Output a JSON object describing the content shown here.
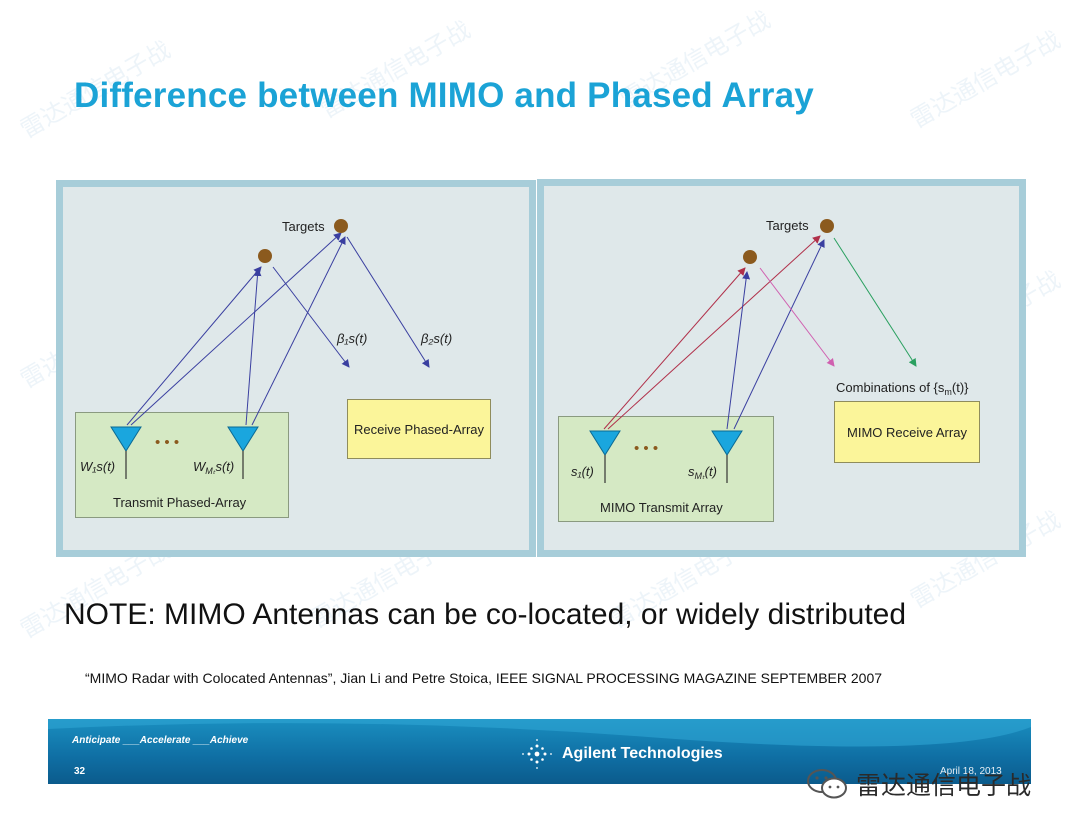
{
  "title": "Difference between MIMO and Phased Array",
  "left_panel": {
    "targets_label": "Targets",
    "beta1_label": "β₁s(t)",
    "beta2_label": "β₂s(t)",
    "receive_label": "Receive Phased-Array",
    "transmit_label": "Transmit Phased-Array",
    "w1_label": "W₁s(t)",
    "wm_label": "W",
    "wm_sub": "Mₜ",
    "wm_tail": "s(t)",
    "dots": "• • •"
  },
  "right_panel": {
    "targets_label": "Targets",
    "combinations_label": "Combinations of {s",
    "combinations_sub": "m",
    "combinations_tail": "(t)}",
    "receive_label": "MIMO Receive Array",
    "transmit_label": "MIMO Transmit Array",
    "s1_label": "s₁(t)",
    "sm_label": "s",
    "sm_sub": "Mₜ",
    "sm_tail": "(t)",
    "dots": "• • •"
  },
  "note": "NOTE: MIMO Antennas can be co-located, or widely distributed",
  "citation": "“MIMO Radar with Colocated Antennas”, Jian Li and Petre Stoica, IEEE SIGNAL PROCESSING MAGAZINE  SEPTEMBER 2007",
  "footer": {
    "tagline": "Anticipate ___Accelerate ___Achieve",
    "slide_number": "32",
    "company": "Agilent Technologies",
    "date": "April 18, 2013"
  },
  "watermark_logo_text": "雷达通信电子战",
  "watermark_text": "雷达通信电子战",
  "colors": {
    "title": "#1ba3d6",
    "target": "#8b5a1e",
    "antenna": "#1aa6de",
    "arrow_blue": "#3a3fa0",
    "arrow_red": "#b0304a",
    "arrow_pink": "#d060b0",
    "arrow_green": "#2aa060",
    "footer": "#0f6ea3"
  }
}
